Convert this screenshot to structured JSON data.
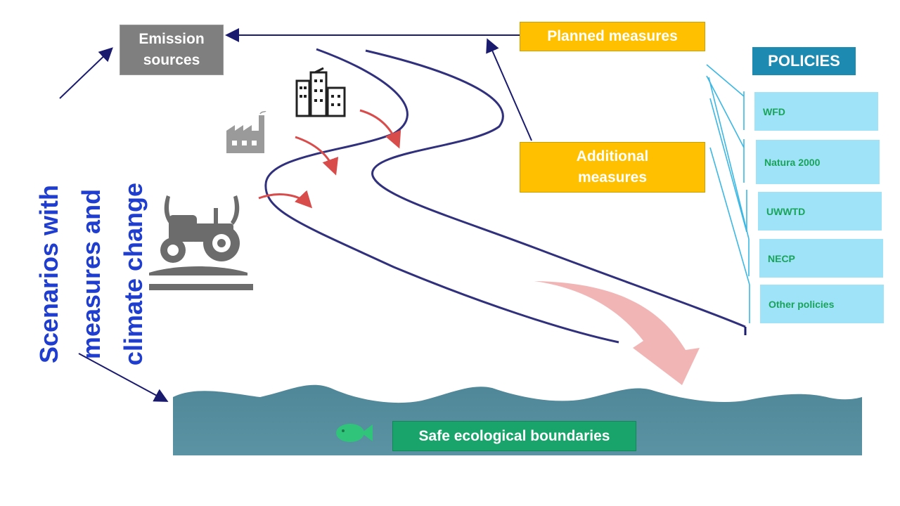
{
  "diagram": {
    "side_title": [
      "Scenarios with",
      "measures and",
      "climate change"
    ],
    "emission_sources": [
      "Emission",
      "sources"
    ],
    "planned_measures": "Planned measures",
    "additional_measures": [
      "Additional",
      "measures"
    ],
    "policies_title": "POLICIES",
    "policies": [
      {
        "label": "WFD"
      },
      {
        "label": "Natura 2000"
      },
      {
        "label": "UWWTD"
      },
      {
        "label": "NECP"
      },
      {
        "label": "Other policies"
      }
    ],
    "safe_boundaries": "Safe ecological boundaries",
    "icons": [
      "city-buildings-icon",
      "factory-icon",
      "tractor-icon",
      "fish-icon"
    ],
    "colors": {
      "side_title": "#1f3ecf",
      "emission_box": "#7f7f7f",
      "measures_box": "#ffc000",
      "policies_title": "#1c8ab1",
      "policy_box": "#9ee3f7",
      "policy_text": "#1aa35a",
      "water": "#5a8fa0",
      "safe_label": "#19a46b",
      "flow_arrow": "#e06060",
      "river_line": "#1a1a6e"
    }
  }
}
